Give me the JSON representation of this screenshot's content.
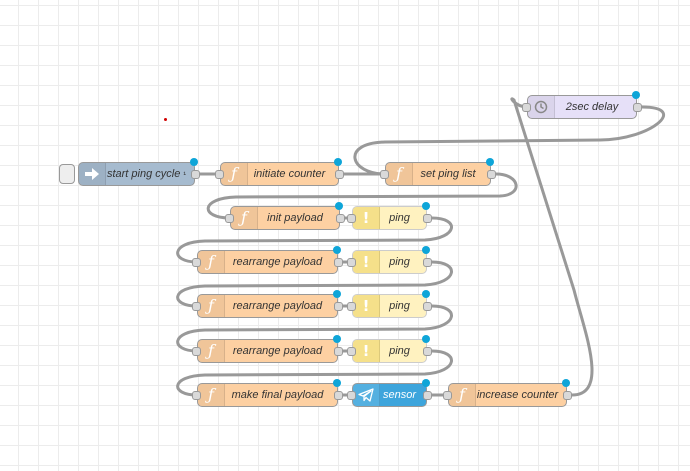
{
  "editor": {
    "link_color": "#999999",
    "grid_color": "#ececec"
  },
  "nodes": {
    "start_ping_cycle": {
      "label": "start ping cycle",
      "suffix": "¹",
      "type": "inject",
      "icon": "arrow-right-icon",
      "color": "#a6bbcf"
    },
    "initiate_counter": {
      "label": "initiate counter",
      "type": "function",
      "icon": "function-icon",
      "color": "#fdd0a2"
    },
    "set_ping_list": {
      "label": "set ping list",
      "type": "function",
      "icon": "function-icon",
      "color": "#fdd0a2"
    },
    "delay_2sec": {
      "label": "2sec delay",
      "type": "delay",
      "icon": "clock-icon",
      "color": "#e6e0f8"
    },
    "init_payload": {
      "label": "init payload",
      "type": "function",
      "icon": "function-icon",
      "color": "#fdd0a2"
    },
    "ping_1": {
      "label": "ping",
      "type": "ping",
      "icon": "exclamation-icon",
      "color": "#fff2c0"
    },
    "rearrange_payload_1": {
      "label": "rearrange payload",
      "type": "function",
      "icon": "function-icon",
      "color": "#fdd0a2"
    },
    "ping_2": {
      "label": "ping",
      "type": "ping",
      "icon": "exclamation-icon",
      "color": "#fff2c0"
    },
    "rearrange_payload_2": {
      "label": "rearrange payload",
      "type": "function",
      "icon": "function-icon",
      "color": "#fdd0a2"
    },
    "ping_3": {
      "label": "ping",
      "type": "ping",
      "icon": "exclamation-icon",
      "color": "#fff2c0"
    },
    "rearrange_payload_3": {
      "label": "rearrange payload",
      "type": "function",
      "icon": "function-icon",
      "color": "#fdd0a2"
    },
    "ping_4": {
      "label": "ping",
      "type": "ping",
      "icon": "exclamation-icon",
      "color": "#fff2c0"
    },
    "make_final_payload": {
      "label": "make final payload",
      "type": "function",
      "icon": "function-icon",
      "color": "#fdd0a2"
    },
    "sensor": {
      "label": "sensor",
      "type": "telegram",
      "icon": "paper-plane-icon",
      "color": "#3da5dc"
    },
    "increase_counter": {
      "label": "increase counter",
      "type": "function",
      "icon": "function-icon",
      "color": "#fdd0a2"
    }
  }
}
